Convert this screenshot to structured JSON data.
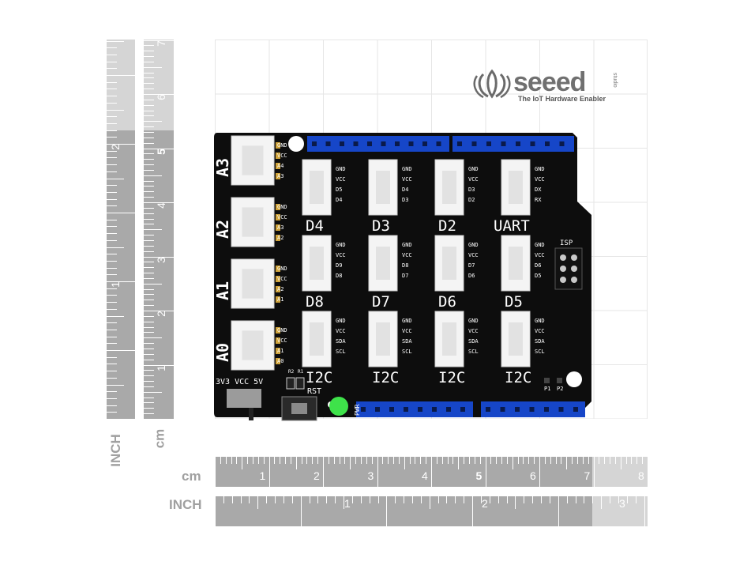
{
  "logo": {
    "brand": "seeed",
    "tagline": "The IoT Hardware Enabler",
    "studio": "studio"
  },
  "ruler_vertical": {
    "cm_numbers": [
      "1",
      "2",
      "3",
      "4",
      "5",
      "6",
      "7"
    ],
    "inch_numbers": [
      "1",
      "2"
    ],
    "unit_inch": "INCH",
    "unit_cm": "cm"
  },
  "ruler_horizontal": {
    "cm_numbers": [
      "1",
      "2",
      "3",
      "4",
      "5",
      "6",
      "7",
      "8"
    ],
    "inch_numbers": [
      "1",
      "2",
      "3"
    ],
    "unit_cm": "cm",
    "unit_inch": "INCH"
  },
  "board": {
    "analog_ports": [
      {
        "name": "A3",
        "pins": [
          "GND",
          "VCC",
          "A4",
          "A3"
        ]
      },
      {
        "name": "A2",
        "pins": [
          "GND",
          "VCC",
          "A3",
          "A2"
        ]
      },
      {
        "name": "A1",
        "pins": [
          "GND",
          "VCC",
          "A2",
          "A1"
        ]
      },
      {
        "name": "A0",
        "pins": [
          "GND",
          "VCC",
          "A1",
          "A0"
        ]
      }
    ],
    "row1": [
      {
        "name": "D4",
        "pins": [
          "GND",
          "VCC",
          "D5",
          "D4"
        ]
      },
      {
        "name": "D3",
        "pins": [
          "GND",
          "VCC",
          "D4",
          "D3"
        ]
      },
      {
        "name": "D2",
        "pins": [
          "GND",
          "VCC",
          "D3",
          "D2"
        ]
      },
      {
        "name": "UART",
        "pins": [
          "GND",
          "VCC",
          "DX",
          "RX"
        ]
      }
    ],
    "row2": [
      {
        "name": "D8",
        "pins": [
          "GND",
          "VCC",
          "D9",
          "D8"
        ]
      },
      {
        "name": "D7",
        "pins": [
          "GND",
          "VCC",
          "D8",
          "D7"
        ]
      },
      {
        "name": "D6",
        "pins": [
          "GND",
          "VCC",
          "D7",
          "D6"
        ]
      },
      {
        "name": "D5",
        "pins": [
          "GND",
          "VCC",
          "D6",
          "D5"
        ]
      }
    ],
    "row3": [
      {
        "name": "I2C",
        "pins": [
          "GND",
          "VCC",
          "SDA",
          "SCL"
        ]
      },
      {
        "name": "I2C",
        "pins": [
          "GND",
          "VCC",
          "SDA",
          "SCL"
        ]
      },
      {
        "name": "I2C",
        "pins": [
          "GND",
          "VCC",
          "SDA",
          "SCL"
        ]
      },
      {
        "name": "I2C",
        "pins": [
          "GND",
          "VCC",
          "SDA",
          "SCL"
        ]
      }
    ],
    "isp": "ISP",
    "switch_label": "3V3 VCC 5V",
    "rst": "RST",
    "pwr": "PWR",
    "r2": "R2",
    "r1": "R1",
    "p1": "P1",
    "p2": "P2",
    "colors": {
      "pcb": "#0d0d0d",
      "header": "#1646c8",
      "led": "#3ee24a",
      "silk": "#ffffff"
    }
  }
}
